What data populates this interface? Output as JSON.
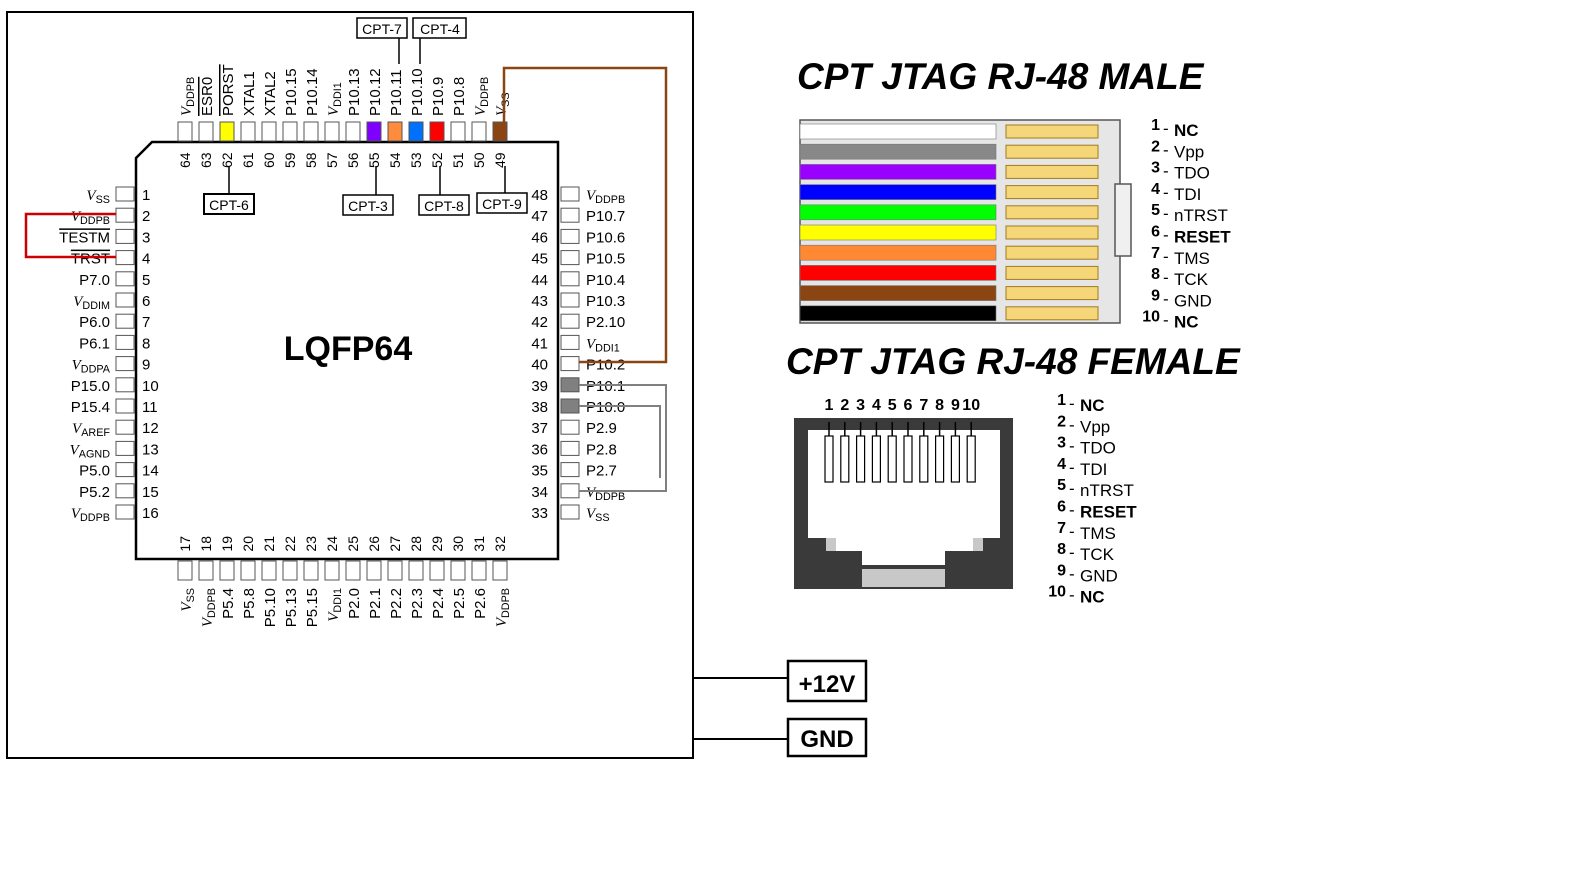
{
  "chip": {
    "package_label": "LQFP64",
    "left_pins": [
      {
        "num": "1",
        "main": "V",
        "sub": "SS",
        "italic": true
      },
      {
        "num": "2",
        "main": "V",
        "sub": "DDPB",
        "italic": true
      },
      {
        "num": "3",
        "main": "TESTM",
        "overline": true
      },
      {
        "num": "4",
        "main": "TRST",
        "overline": true
      },
      {
        "num": "5",
        "main": "P7.0"
      },
      {
        "num": "6",
        "main": "V",
        "sub": "DDIM",
        "italic": true
      },
      {
        "num": "7",
        "main": "P6.0"
      },
      {
        "num": "8",
        "main": "P6.1"
      },
      {
        "num": "9",
        "main": "V",
        "sub": "DDPA",
        "italic": true
      },
      {
        "num": "10",
        "main": "P15.0"
      },
      {
        "num": "11",
        "main": "P15.4"
      },
      {
        "num": "12",
        "main": "V",
        "sub": "AREF",
        "italic": true
      },
      {
        "num": "13",
        "main": "V",
        "sub": "AGND",
        "italic": true
      },
      {
        "num": "14",
        "main": "P5.0"
      },
      {
        "num": "15",
        "main": "P5.2"
      },
      {
        "num": "16",
        "main": "V",
        "sub": "DDPB",
        "italic": true
      }
    ],
    "right_pins": [
      {
        "num": "48",
        "main": "V",
        "sub": "DDPB",
        "italic": true
      },
      {
        "num": "47",
        "main": "P10.7"
      },
      {
        "num": "46",
        "main": "P10.6"
      },
      {
        "num": "45",
        "main": "P10.5"
      },
      {
        "num": "44",
        "main": "P10.4"
      },
      {
        "num": "43",
        "main": "P10.3"
      },
      {
        "num": "42",
        "main": "P2.10"
      },
      {
        "num": "41",
        "main": "V",
        "sub": "DDI1",
        "italic": true
      },
      {
        "num": "40",
        "main": "P10.2"
      },
      {
        "num": "39",
        "main": "P10.1"
      },
      {
        "num": "38",
        "main": "P10.0"
      },
      {
        "num": "37",
        "main": "P2.9"
      },
      {
        "num": "36",
        "main": "P2.8"
      },
      {
        "num": "35",
        "main": "P2.7"
      },
      {
        "num": "34",
        "main": "V",
        "sub": "DDPB",
        "italic": true
      },
      {
        "num": "33",
        "main": "V",
        "sub": "SS",
        "italic": true
      }
    ],
    "top_pins": [
      {
        "num": "64",
        "main": "V",
        "sub": "DDPB",
        "italic": true
      },
      {
        "num": "63",
        "main": "ESR0",
        "overline": true
      },
      {
        "num": "62",
        "main": "PORST",
        "overline": true
      },
      {
        "num": "61",
        "main": "XTAL1"
      },
      {
        "num": "60",
        "main": "XTAL2"
      },
      {
        "num": "59",
        "main": "P10.15"
      },
      {
        "num": "58",
        "main": "P10.14"
      },
      {
        "num": "57",
        "main": "V",
        "sub": "DDI1",
        "italic": true
      },
      {
        "num": "56",
        "main": "P10.13"
      },
      {
        "num": "55",
        "main": "P10.12"
      },
      {
        "num": "54",
        "main": "P10.11"
      },
      {
        "num": "53",
        "main": "P10.10"
      },
      {
        "num": "52",
        "main": "P10.9"
      },
      {
        "num": "51",
        "main": "P10.8"
      },
      {
        "num": "50",
        "main": "V",
        "sub": "DDPB",
        "italic": true
      },
      {
        "num": "49",
        "main": "V",
        "sub": "SS",
        "italic": true
      }
    ],
    "bottom_pins": [
      {
        "num": "17",
        "main": "V",
        "sub": "SS",
        "italic": true
      },
      {
        "num": "18",
        "main": "V",
        "sub": "DDPB",
        "italic": true
      },
      {
        "num": "19",
        "main": "P5.4"
      },
      {
        "num": "20",
        "main": "P5.8"
      },
      {
        "num": "21",
        "main": "P5.10"
      },
      {
        "num": "22",
        "main": "P5.13"
      },
      {
        "num": "23",
        "main": "P5.15"
      },
      {
        "num": "24",
        "main": "V",
        "sub": "DDI1",
        "italic": true
      },
      {
        "num": "25",
        "main": "P2.0"
      },
      {
        "num": "26",
        "main": "P2.1"
      },
      {
        "num": "27",
        "main": "P2.2"
      },
      {
        "num": "28",
        "main": "P2.3"
      },
      {
        "num": "29",
        "main": "P2.4"
      },
      {
        "num": "30",
        "main": "P2.5"
      },
      {
        "num": "31",
        "main": "P2.6"
      },
      {
        "num": "32",
        "main": "V",
        "sub": "DDPB",
        "italic": true
      }
    ],
    "pin_colors": {
      "62": "#ffff00",
      "55": "#7f00ff",
      "54": "#ff8c3c",
      "53": "#0070ff",
      "52": "#ff0000",
      "49": "#8b4513",
      "39": "#808080",
      "38": "#808080"
    },
    "wire_colors": {
      "reset_bridge": "#cc0000",
      "vss_link": "#8b4513",
      "gray_link": "#808080"
    }
  },
  "test_points": {
    "cpt7": "CPT-7",
    "cpt4": "CPT-4",
    "cpt6": "CPT-6",
    "cpt3": "CPT-3",
    "cpt8": "CPT-8",
    "cpt9": "CPT-9"
  },
  "power": {
    "plus12v": "+12V",
    "gnd": "GND"
  },
  "male": {
    "title": "CPT JTAG RJ-48 MALE",
    "wire_colors": [
      "#ffffff",
      "#888888",
      "#9900ff",
      "#0000ff",
      "#00ff00",
      "#ffff00",
      "#ff8833",
      "#ff0000",
      "#8b4513",
      "#000000"
    ],
    "pins": [
      {
        "num": "1",
        "label": "NC",
        "bold": true
      },
      {
        "num": "2",
        "label": "Vpp"
      },
      {
        "num": "3",
        "label": "TDO"
      },
      {
        "num": "4",
        "label": "TDI"
      },
      {
        "num": "5",
        "label": "nTRST"
      },
      {
        "num": "6",
        "label": "RESET",
        "bold": true
      },
      {
        "num": "7",
        "label": "TMS"
      },
      {
        "num": "8",
        "label": "TCK"
      },
      {
        "num": "9",
        "label": "GND"
      },
      {
        "num": "10",
        "label": "NC",
        "bold": true
      }
    ]
  },
  "female": {
    "title": "CPT JTAG RJ-48 FEMALE",
    "header_numbers": [
      "1",
      "2",
      "3",
      "4",
      "5",
      "6",
      "7",
      "8",
      "9",
      "10"
    ],
    "pins": [
      {
        "num": "1",
        "label": "NC",
        "bold": true
      },
      {
        "num": "2",
        "label": "Vpp"
      },
      {
        "num": "3",
        "label": "TDO"
      },
      {
        "num": "4",
        "label": "TDI"
      },
      {
        "num": "5",
        "label": "nTRST"
      },
      {
        "num": "6",
        "label": "RESET",
        "bold": true
      },
      {
        "num": "7",
        "label": "TMS"
      },
      {
        "num": "8",
        "label": "TCK"
      },
      {
        "num": "9",
        "label": "GND"
      },
      {
        "num": "10",
        "label": "NC",
        "bold": true
      }
    ]
  }
}
